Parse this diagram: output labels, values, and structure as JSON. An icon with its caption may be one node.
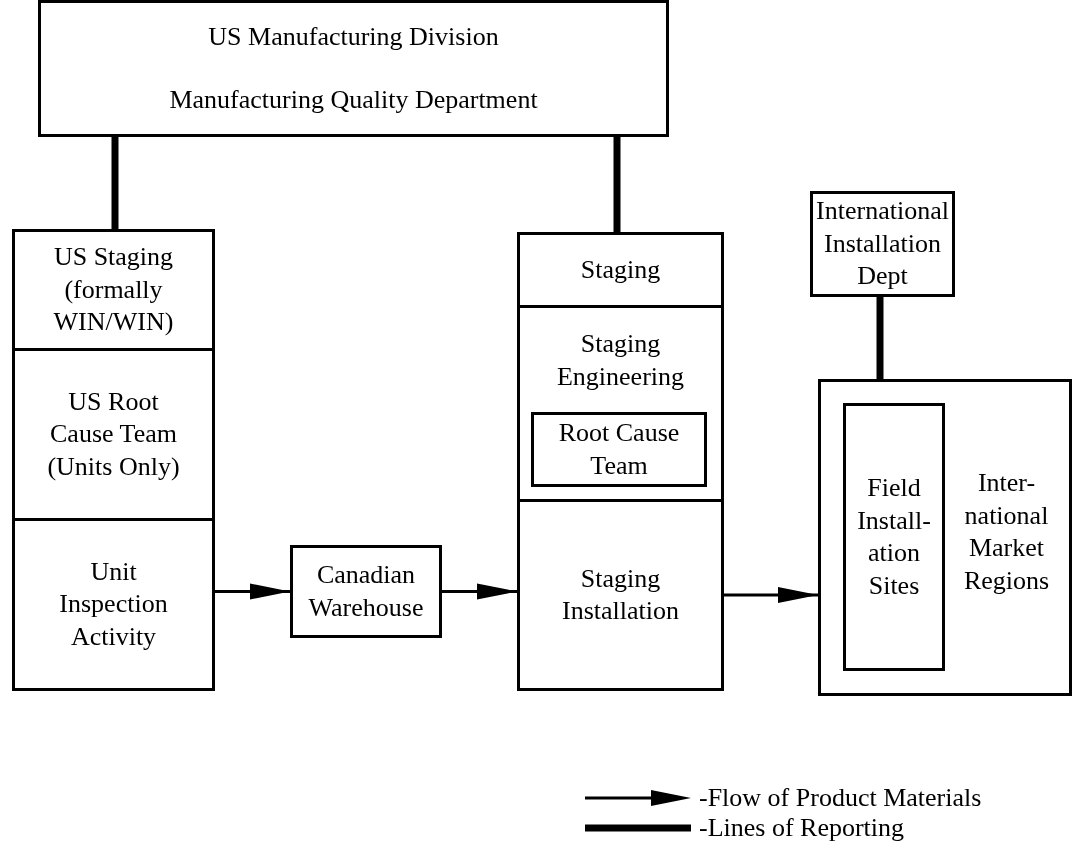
{
  "diagram": {
    "nodes": [
      {
        "text": [
          "US Manufacturing Division",
          "Manufacturing Quality Department"
        ]
      },
      {
        "text": [
          "US Staging (formally WIN/WIN)"
        ]
      },
      {
        "text": [
          "US Root Cause Team (Units Only)"
        ]
      },
      {
        "text": [
          "Unit Inspection Activity"
        ]
      },
      {
        "text": [
          "Canadian Warehouse"
        ]
      },
      {
        "text": [
          "Staging"
        ]
      },
      {
        "text": [
          "Staging Engineering"
        ]
      },
      {
        "text": [
          "Root Cause Team"
        ],
        "in": 6
      },
      {
        "text": [
          "Staging Installation"
        ]
      },
      {
        "text": [
          "International Installation Dept"
        ]
      },
      {
        "text": [
          "Inter- national Market Regions"
        ]
      },
      {
        "text": [
          "Field Install- ation Sites"
        ],
        "in": 10
      }
    ],
    "edges": [
      {
        "from": 0,
        "to": 1,
        "arrow": "none",
        "style": "thick"
      },
      {
        "from": 0,
        "to": 5,
        "arrow": "none",
        "style": "thick"
      },
      {
        "from": 9,
        "to": 11,
        "arrow": "none",
        "style": "thick"
      },
      {
        "from": 3,
        "to": 4,
        "arrow": "to"
      },
      {
        "from": 4,
        "to": 8,
        "arrow": "to"
      },
      {
        "from": 8,
        "to": 10,
        "arrow": "to"
      }
    ],
    "legend": [
      {
        "text": "-Flow of Product Materials"
      },
      {
        "text": "-Lines of Reporting"
      }
    ]
  }
}
